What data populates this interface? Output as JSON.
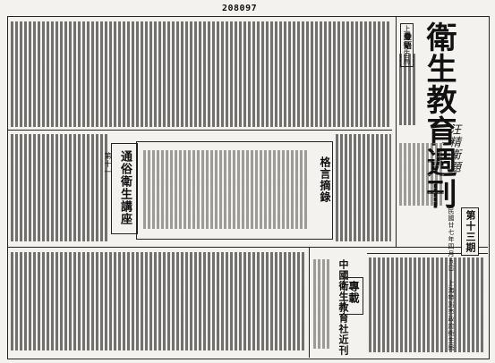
{
  "page_number": "208097",
  "masthead": {
    "title": "衛生教育週刊",
    "subtitle": "上海衛生局",
    "signature": "汪精衛題"
  },
  "issue_number": "第十三期",
  "date_text": "民國廿七年四月五日 上海特別市政府衛生局",
  "sections": {
    "column_left_title": "通俗衛生講座",
    "column_left_sub": "第十一",
    "center_box_title": "格言摘錄",
    "bottom_box_title": "中國衛生教育社近刊",
    "bottom_box_label": "專載",
    "top_right_title": "疊語"
  }
}
